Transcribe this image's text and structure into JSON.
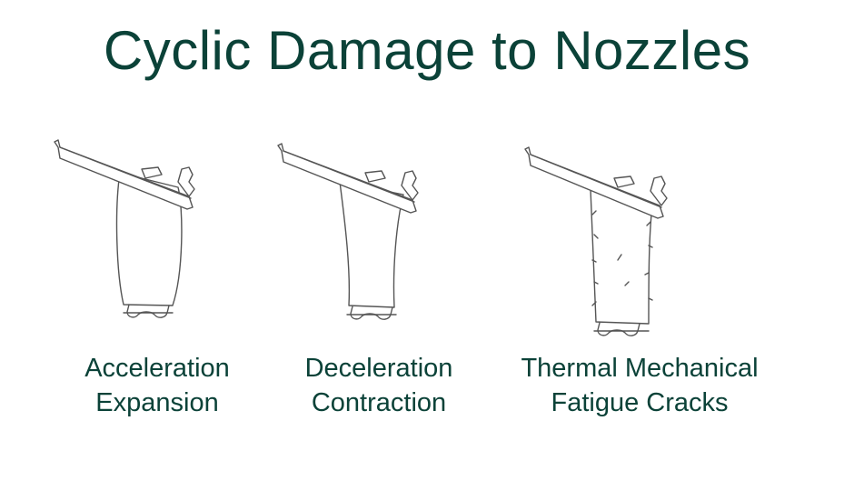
{
  "title": "Cyclic Damage to Nozzles",
  "figures": [
    {
      "icon": "nozzle-expansion-icon",
      "caption": [
        "Acceleration",
        "Expansion"
      ]
    },
    {
      "icon": "nozzle-contraction-icon",
      "caption": [
        "Deceleration",
        "Contraction"
      ]
    },
    {
      "icon": "nozzle-cracks-icon",
      "caption": [
        "Thermal Mechanical",
        "Fatigue Cracks"
      ]
    }
  ],
  "colors": {
    "text": "#0b4238",
    "line": "#555555"
  }
}
